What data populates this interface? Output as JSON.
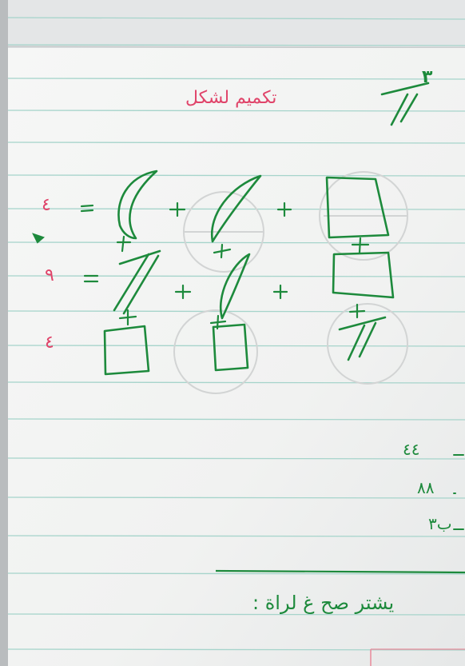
{
  "page": {
    "title_text": "تكميم لشكل",
    "corner_mark": "٣",
    "row_labels": [
      "٤",
      "٩",
      "٤"
    ],
    "equals_sign": "=",
    "plus_sign": "+",
    "right_margin_lines": [
      "٤٤",
      "٨٨",
      "ب٣"
    ],
    "bottom_line_text": "يشتر صح غ لراة :"
  },
  "colors": {
    "paper": "#f4f5f4",
    "rule_line": "#9ed3c9",
    "margin_line": "#e98a9b",
    "pink_ink": "#e0446a",
    "green_ink": "#1d8a3c",
    "ghost_ink": "#c9cccc"
  }
}
